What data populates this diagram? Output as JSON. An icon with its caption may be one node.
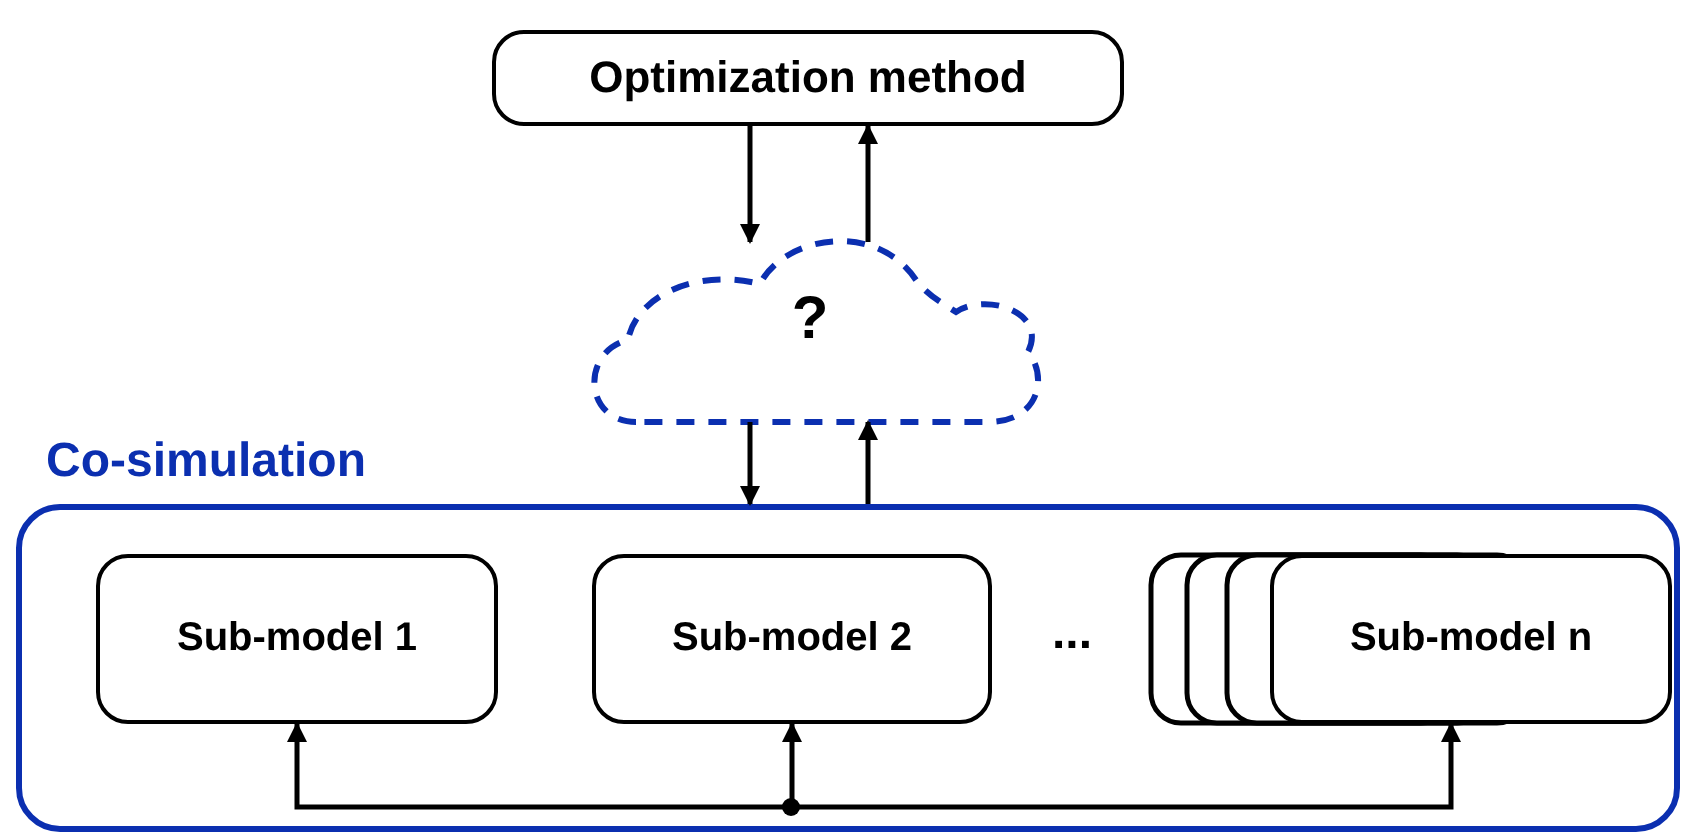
{
  "diagram": {
    "nodes": [
      {
        "text": [
          "Optimization method"
        ]
      },
      {
        "text": [
          "?"
        ]
      },
      {
        "text": [
          "Co-simulation"
        ]
      },
      {
        "text": [
          "Sub-model 1"
        ],
        "in": 2
      },
      {
        "text": [
          "Sub-model 2"
        ],
        "in": 2
      },
      {
        "text": [
          "Sub-model n"
        ],
        "in": 2
      },
      {
        "text": [],
        "shape": "circle",
        "in": 2
      }
    ],
    "edges": [
      {
        "from": 0,
        "to": 1,
        "arrow": "to"
      },
      {
        "from": 1,
        "to": 0,
        "arrow": "to"
      },
      {
        "from": 1,
        "to": 2,
        "arrow": "to"
      },
      {
        "from": 2,
        "to": 1,
        "arrow": "to"
      },
      {
        "from": 6,
        "to": 3,
        "arrow": "to"
      },
      {
        "from": 6,
        "to": 4,
        "arrow": "to"
      },
      {
        "from": 6,
        "to": 5,
        "arrow": "to"
      }
    ],
    "labels": [
      "..."
    ]
  }
}
